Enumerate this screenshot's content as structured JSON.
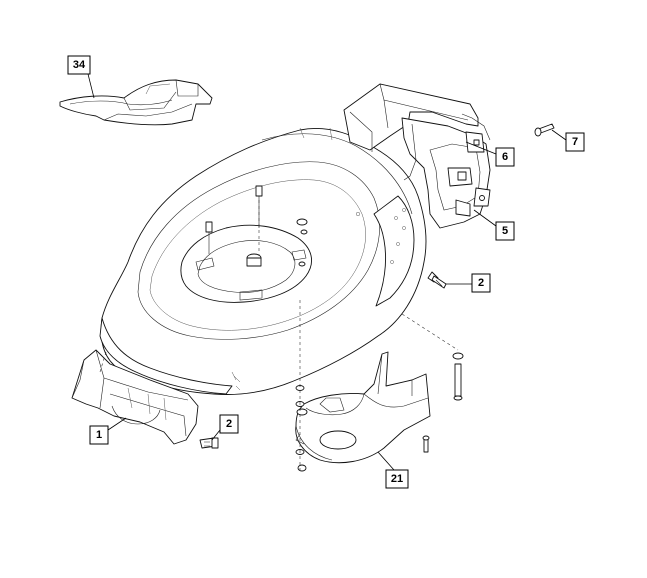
{
  "diagram": {
    "callouts": [
      {
        "id": "34",
        "text": "34"
      },
      {
        "id": "7",
        "text": "7"
      },
      {
        "id": "6",
        "text": "6"
      },
      {
        "id": "5",
        "text": "5"
      },
      {
        "id": "2a",
        "text": "2"
      },
      {
        "id": "1",
        "text": "1"
      },
      {
        "id": "2b",
        "text": "2"
      },
      {
        "id": "21",
        "text": "21"
      }
    ]
  }
}
